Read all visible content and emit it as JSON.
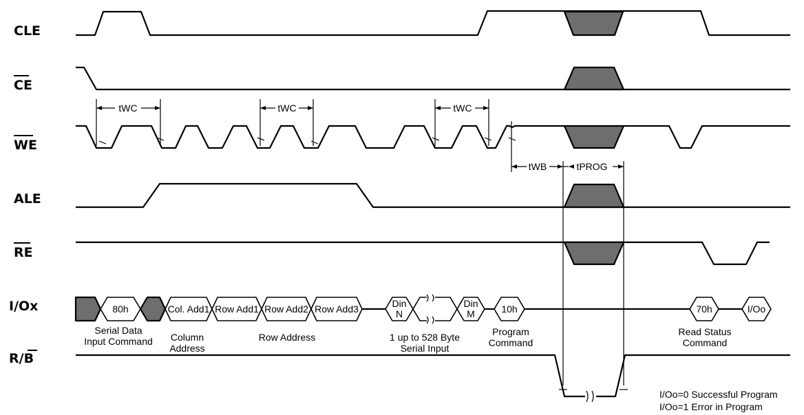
{
  "signals": {
    "cle": "CLE",
    "ce": "CE",
    "we": "WE",
    "ale": "ALE",
    "re": "RE",
    "io": "I/Ox",
    "rb_prefix": "R/",
    "rb_bar": "B"
  },
  "timing": {
    "twc": "tWC",
    "twb": "tWB",
    "tprog": "tPROG"
  },
  "bus": {
    "cmd80": "80h",
    "col_add1": "Col. Add1",
    "row_add1": "Row Add1",
    "row_add2": "Row Add2",
    "row_add3": "Row Add3",
    "din": "Din",
    "n": "N",
    "m": "M",
    "cmd10": "10h",
    "cmd70": "70h",
    "ioo": "I/Oo"
  },
  "captions": {
    "serial_data": "Serial Data",
    "input_command": "Input Command",
    "column": "Column",
    "address": "Address",
    "row_address": "Row Address",
    "up_to": "1 up to 528 Byte",
    "serial_input": "Serial Input",
    "program": "Program",
    "command": "Command",
    "read_status": "Read Status",
    "command2": "Command"
  },
  "notes": {
    "success": "I/Oo=0 Successful Program",
    "error": "I/Oo=1 Error in Program"
  },
  "colors": {
    "line": "#000000",
    "shade": "#6e6e6e",
    "background": "#ffffff"
  }
}
